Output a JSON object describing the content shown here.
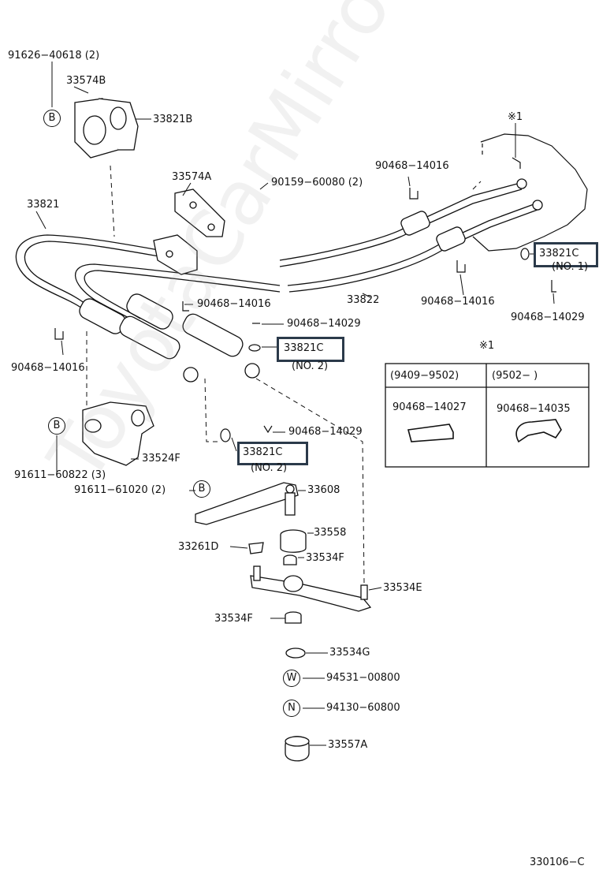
{
  "watermark": "ToyotaCarMirror.ru",
  "labels": {
    "p91626": "91626−40618 (2)",
    "p33574B": "33574B",
    "p33821B": "33821B",
    "p33574A": "33574A",
    "p90159": "90159−60080 (2)",
    "p33821": "33821",
    "p90468_14016_a": "90468−14016",
    "p90468_14016_b": "90468−14016",
    "p90468_14016_c": "90468−14016",
    "p90468_14016_d": "90468−14016",
    "p90468_14029_a": "90468−14029",
    "p90468_14029_b": "90468−14029",
    "p90468_14029_c": "90468−14029",
    "p33822": "33822",
    "p33821C_no1": "33821C",
    "no1": "(NO. 1)",
    "p33821C_no2a": "33821C",
    "no2a": "(NO. 2)",
    "p33821C_no2b": "33821C",
    "no2b": "(NO. 2)",
    "p91611_60822": "91611−60822 (3)",
    "p33524F": "33524F",
    "p91611_61020": "91611−61020 (2)",
    "p33608": "33608",
    "p33558": "33558",
    "p33261D": "33261D",
    "p33534F_a": "33534F",
    "p33534E": "33534E",
    "p33534F_b": "33534F",
    "p33534G": "33534G",
    "p94531": "94531−00800",
    "p94130": "94130−60800",
    "p33557A": "33557A",
    "note1_top": "※1",
    "note1_box": "※1",
    "diagram_id": "330106−C"
  },
  "circles": {
    "B1": "B",
    "B2": "B",
    "B3": "B",
    "W": "W",
    "N": "N"
  },
  "table": {
    "col1_header": "(9409−9502)",
    "col2_header": "(9502−       )",
    "col1_part": "90468−14027",
    "col2_part": "90468−14035"
  },
  "colors": {
    "highlight": "#2b3a4a",
    "ink": "#111111"
  }
}
